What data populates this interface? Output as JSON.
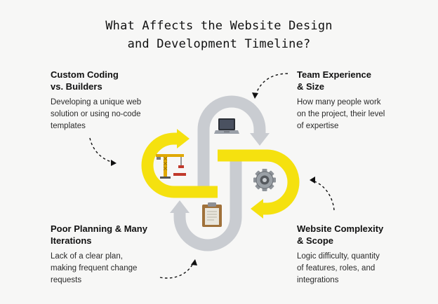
{
  "title": {
    "line1": "What Affects the Website Design",
    "line2": "and Development Timeline?"
  },
  "factors": [
    {
      "heading": [
        "Custom Coding",
        "vs. Builders"
      ],
      "description": [
        "Developing a unique web",
        "solution or using no-code",
        "templates"
      ]
    },
    {
      "heading": [
        "Team Experience",
        "& Size"
      ],
      "description": [
        "How many people work",
        "on the project, their level",
        "of expertise"
      ]
    },
    {
      "heading": [
        "Poor Planning & Many",
        "Iterations"
      ],
      "description": [
        "Lack of a clear plan,",
        "making frequent change",
        "requests"
      ]
    },
    {
      "heading": [
        "Website Complexity",
        "& Scope"
      ],
      "description": [
        "Logic difficulty, quantity",
        "of features, roles, and",
        "integrations"
      ]
    }
  ],
  "icons": [
    "crane-icon",
    "laptop-icon",
    "gear-icon",
    "clipboard-icon"
  ],
  "colors": {
    "yellow_arrow": "#f5e10f",
    "gray_arrow": "#c9ccd1",
    "text": "#1f1f1f",
    "background": "#f7f7f6"
  }
}
